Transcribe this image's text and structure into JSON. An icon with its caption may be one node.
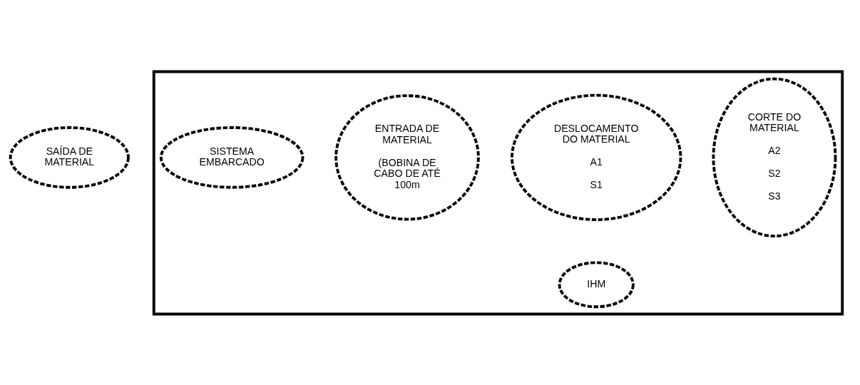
{
  "diagram": {
    "nodes": [
      {
        "text": [
          "SAÍDA DE MATERIAL"
        ]
      },
      {
        "text": [],
        "shape": "box"
      },
      {
        "text": [
          "CORTE DO MATERIAL",
          "A2",
          "S2",
          "S3"
        ],
        "in": 1
      },
      {
        "text": [
          "DESLOCAMENTO DO MATERIAL",
          "A1",
          "S1"
        ],
        "in": 1
      },
      {
        "text": [
          "ENTRADA DE MATERIAL",
          "(BOBINA DE CABO DE ATÉ 100m"
        ],
        "in": 1
      },
      {
        "text": [
          "SISTEMA EMBARCADO"
        ],
        "in": 1
      },
      {
        "text": [
          "IHM"
        ],
        "in": 1
      }
    ],
    "edges": []
  }
}
